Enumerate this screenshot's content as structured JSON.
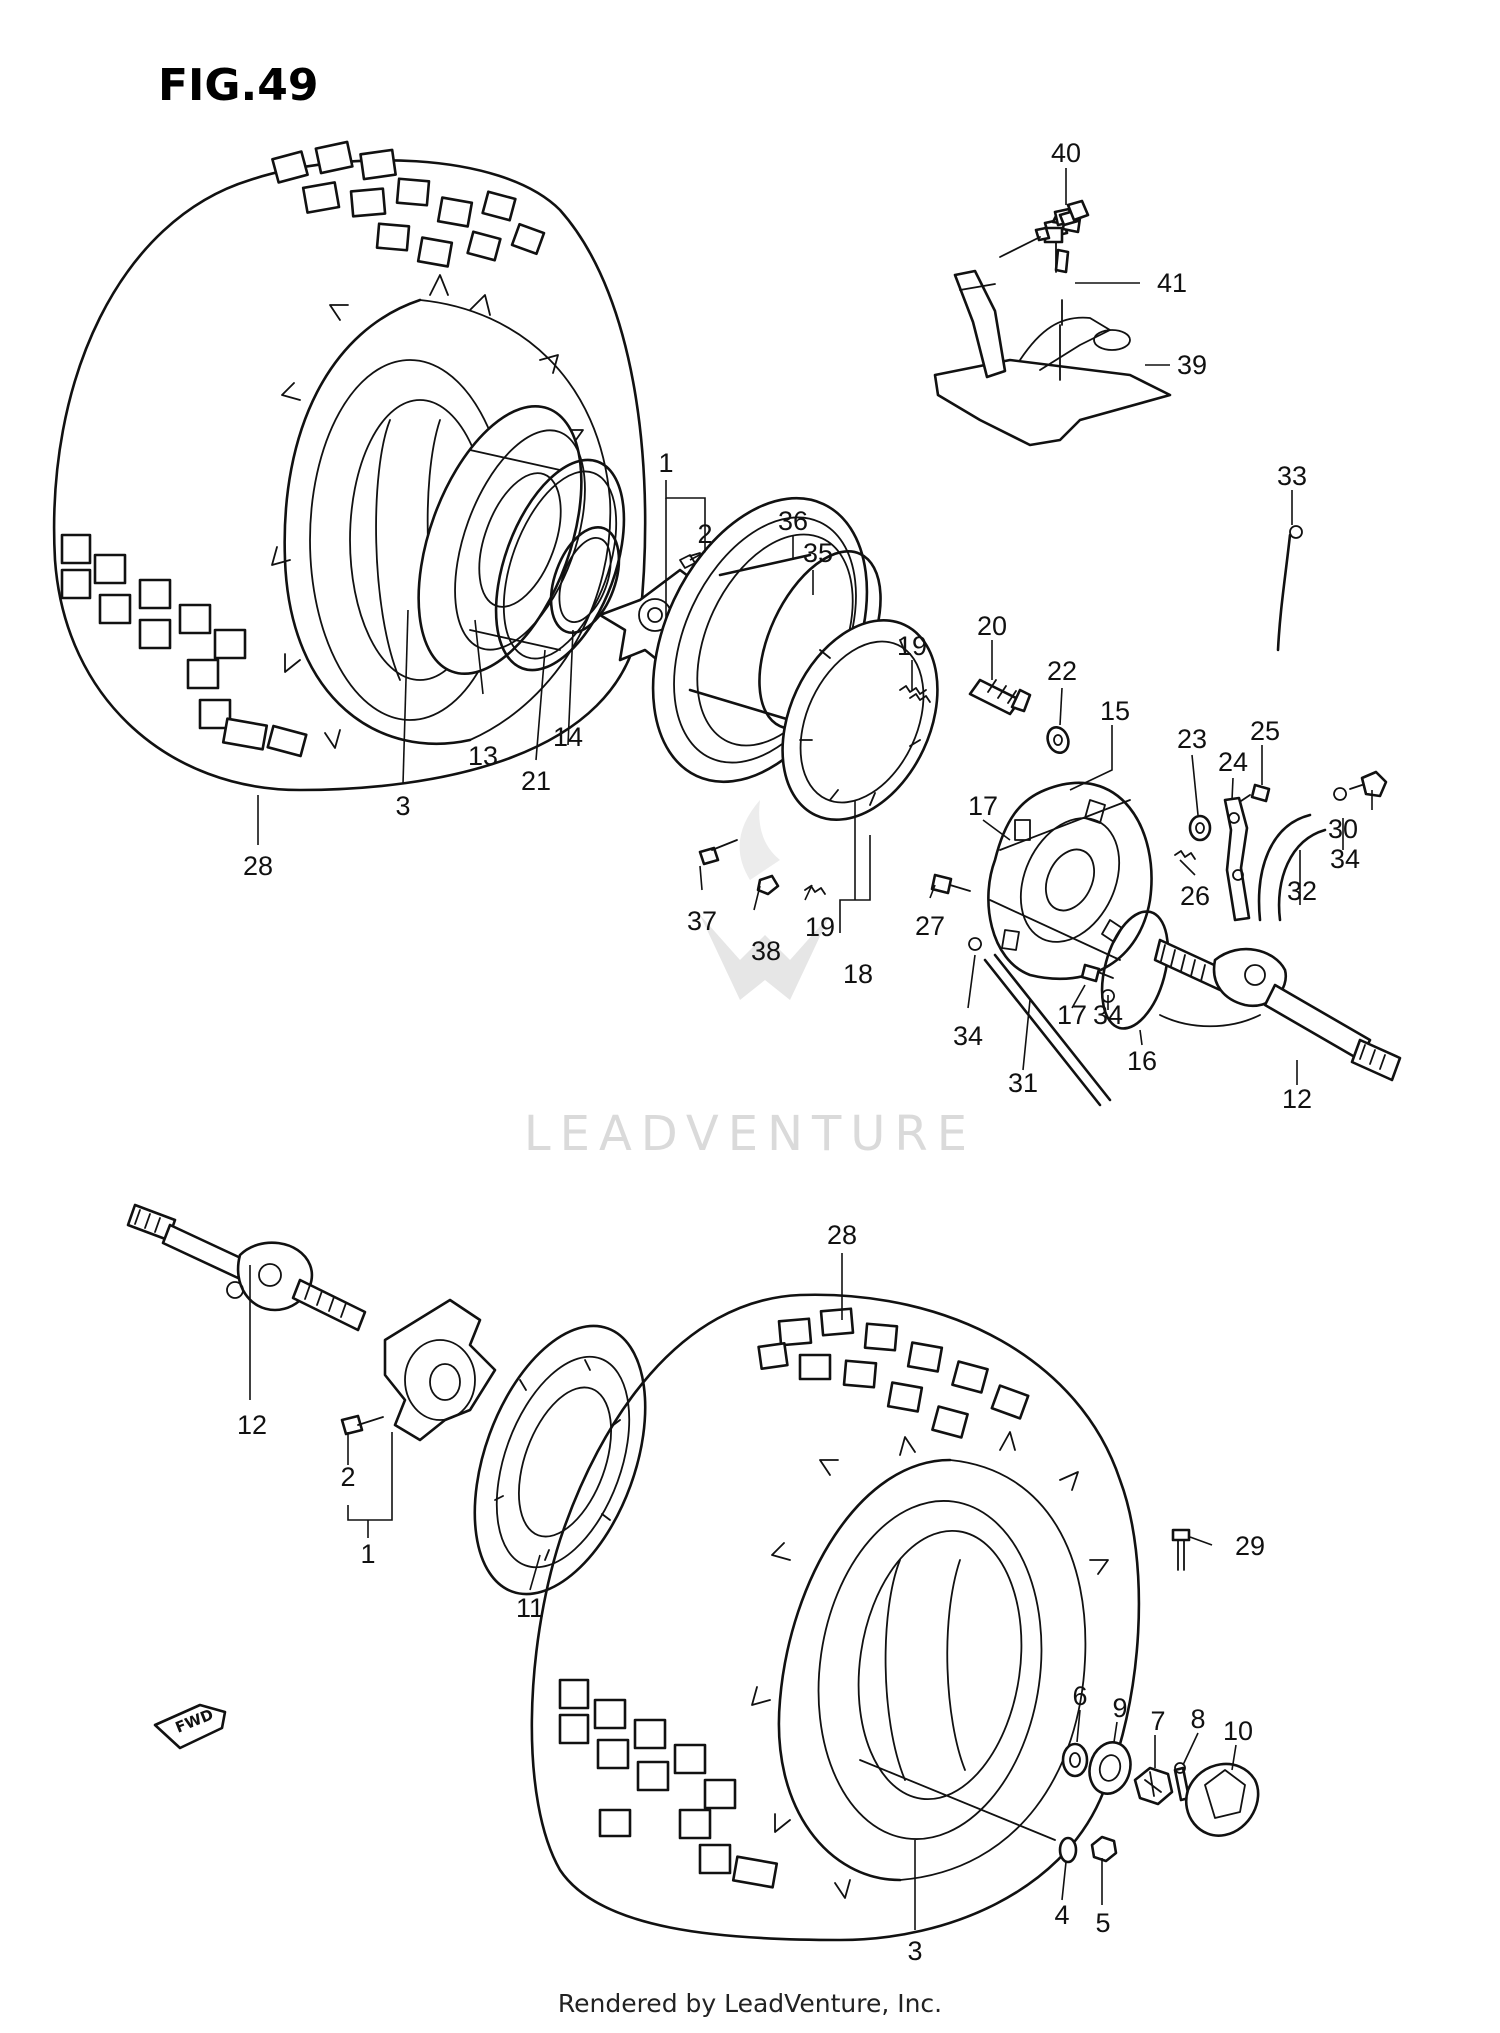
{
  "figure": {
    "title": "FIG.49",
    "watermark": "LEADVENTURE",
    "footer": "Rendered by LeadVenture, Inc.",
    "fwd_label": "FWD"
  },
  "callouts": {
    "c40": "40",
    "c41": "41",
    "c39": "39",
    "c33": "33",
    "c1_top": "1",
    "c2_top": "2",
    "c36": "36",
    "c35": "35",
    "c19_a": "19",
    "c20": "20",
    "c22": "22",
    "c15": "15",
    "c23": "23",
    "c25": "25",
    "c24": "24",
    "c30": "30",
    "c13": "13",
    "c21": "21",
    "c14": "14",
    "c3_top": "3",
    "c28_top": "28",
    "c17_a": "17",
    "c26": "26",
    "c34_a": "34",
    "c32": "32",
    "c37": "37",
    "c38": "38",
    "c19_b": "19",
    "c18": "18",
    "c27": "27",
    "c34_b": "34",
    "c31": "31",
    "c17_b": "17",
    "c34_c": "34",
    "c16": "16",
    "c12_top": "12",
    "c28_bot": "28",
    "c12_bot": "12",
    "c2_bot": "2",
    "c1_bot": "1",
    "c11": "11",
    "c29": "29",
    "c6": "6",
    "c9": "9",
    "c7": "7",
    "c8": "8",
    "c10": "10",
    "c4": "4",
    "c5": "5",
    "c3_bot": "3"
  },
  "colors": {
    "line": "#111111",
    "watermark": "#dadada",
    "background": "#ffffff"
  }
}
